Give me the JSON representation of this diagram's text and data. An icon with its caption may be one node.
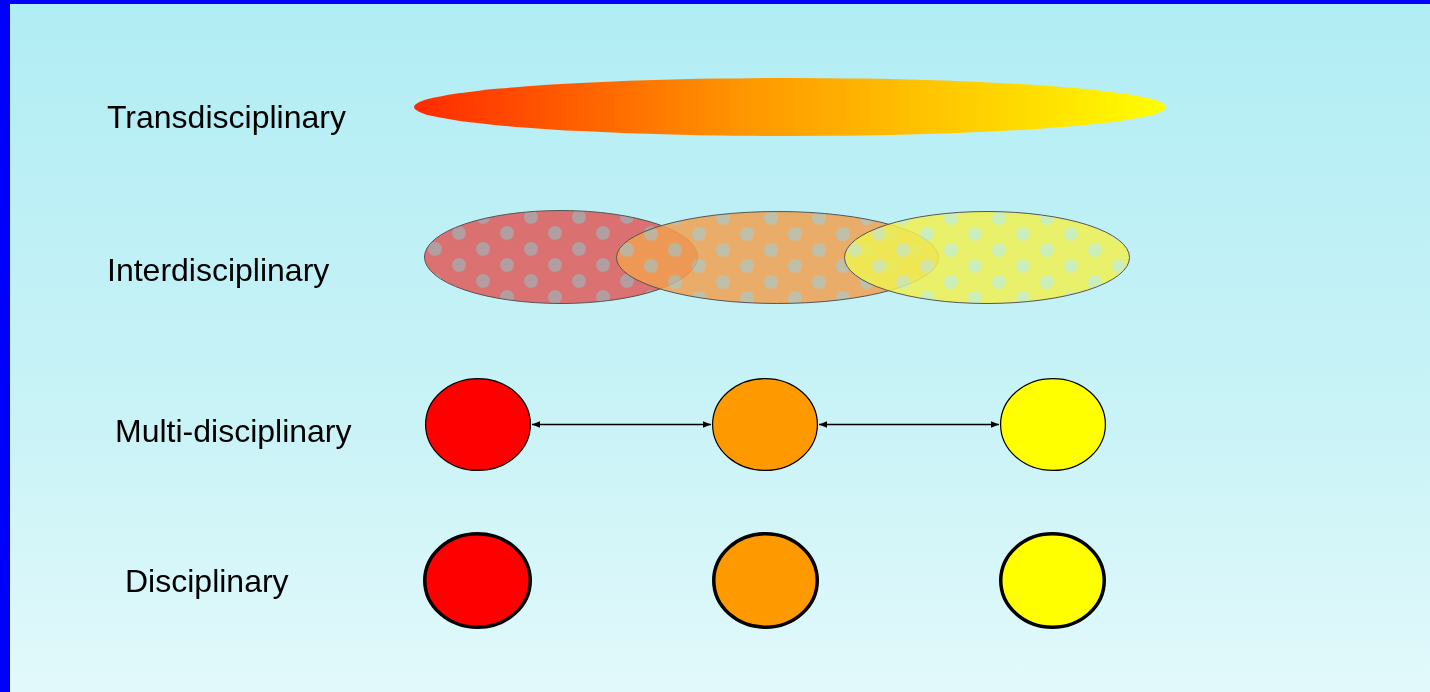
{
  "diagram": {
    "nodes": [
      {
        "text": [],
        "shape": "ellipse"
      },
      {
        "text": [],
        "shape": "ellipse"
      },
      {
        "text": [],
        "shape": "ellipse"
      },
      {
        "text": [],
        "shape": "ellipse"
      },
      {
        "text": [],
        "shape": "circle"
      },
      {
        "text": [],
        "shape": "circle"
      },
      {
        "text": [],
        "shape": "circle"
      },
      {
        "text": [],
        "shape": "circle"
      },
      {
        "text": [],
        "shape": "circle"
      },
      {
        "text": [],
        "shape": "circle"
      }
    ],
    "edges": [
      {
        "from": 4,
        "to": 5,
        "arrow": "both"
      },
      {
        "from": 5,
        "to": 6,
        "arrow": "both"
      }
    ],
    "labels": [
      "Transdisciplinary",
      "Interdisciplinary",
      "Multi-disciplinary",
      "Disciplinary"
    ]
  }
}
